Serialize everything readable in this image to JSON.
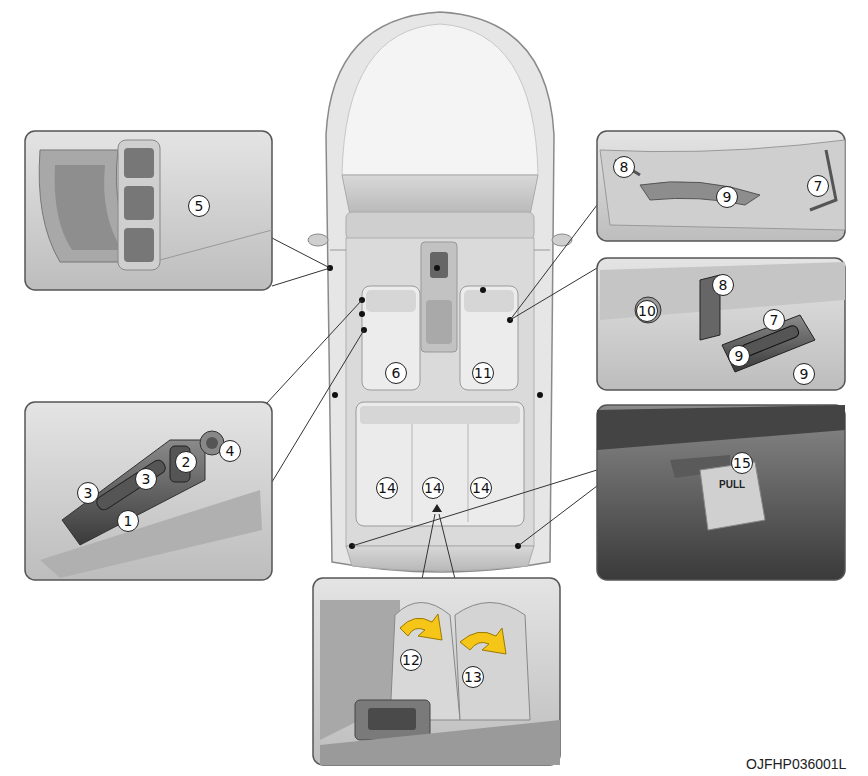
{
  "diagram": {
    "labels": [
      "5",
      "8",
      "9",
      "7",
      "10",
      "8",
      "7",
      "9",
      "9",
      "6",
      "11",
      "3",
      "2",
      "4",
      "3",
      "1",
      "14",
      "14",
      "14",
      "15",
      "PULL",
      "12",
      "13",
      "OJFHP036001L"
    ]
  }
}
